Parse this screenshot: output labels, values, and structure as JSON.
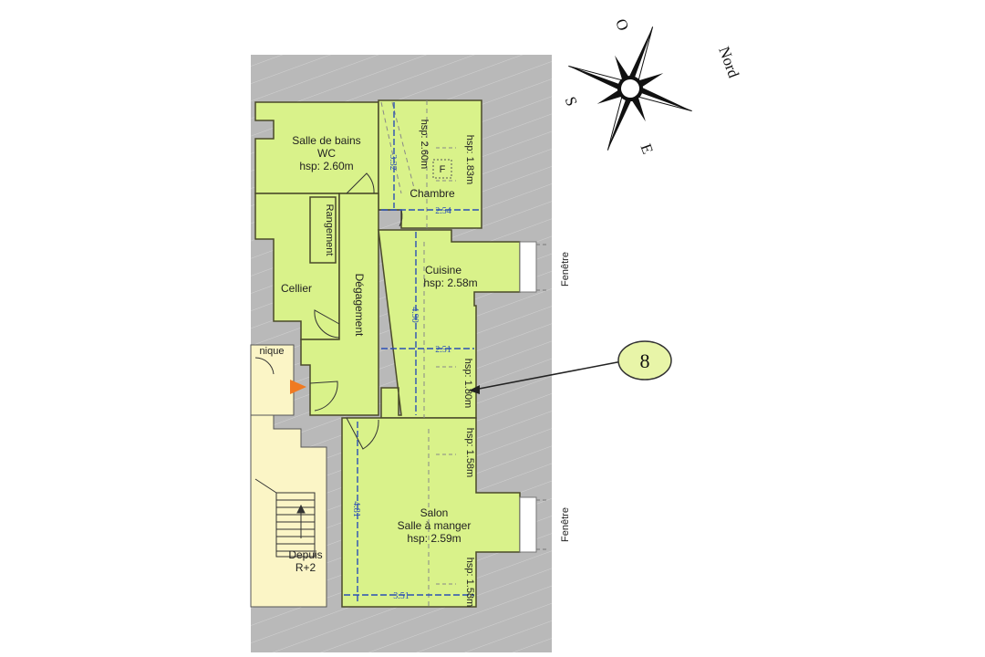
{
  "colors": {
    "room_fill": "#d9f28a",
    "room_stroke": "#4a4a2a",
    "exterior_fill": "#b9b9b9",
    "stair_fill": "#fbf5c6",
    "dimension": "#2a4fb5",
    "marker_fill": "#e8f5a8",
    "door_arrow": "#f07a22"
  },
  "rooms": {
    "bathroom": {
      "name_line1": "Salle de bains",
      "name_line2": "WC",
      "height": "hsp: 2.60m"
    },
    "bedroom": {
      "name": "Chambre",
      "height": "hsp: 2.60m",
      "height_low": "hsp: 1.83m",
      "fixture": "F"
    },
    "storage": {
      "name": "Rangement"
    },
    "cellar": {
      "name": "Cellier"
    },
    "hallway": {
      "name": "Dégagement"
    },
    "kitchen": {
      "name": "Cuisine",
      "height": "hsp: 2.58m",
      "height_low": "hsp: 1.80m"
    },
    "living": {
      "name_line1": "Salon",
      "name_line2": "Salle à manger",
      "height": "hsp: 2.59m",
      "height_low_top": "hsp: 1.58m",
      "height_low_bottom": "hsp: 1.58m"
    },
    "technical": {
      "name_fragment": "nique"
    },
    "stairs": {
      "name_line1": "Depuis",
      "name_line2": "R+2"
    }
  },
  "dimensions": {
    "bedroom_height": "3.32",
    "bedroom_width": "2.54",
    "kitchen_height": "4.90",
    "kitchen_width": "2.51",
    "living_height": "4.81",
    "living_width": "3.51"
  },
  "windows": {
    "upper": "Fenêtre",
    "lower": "Fenêtre"
  },
  "compass": {
    "north": "Nord",
    "south": "S",
    "east": "E",
    "west": "O"
  },
  "marker": {
    "number": "8"
  }
}
